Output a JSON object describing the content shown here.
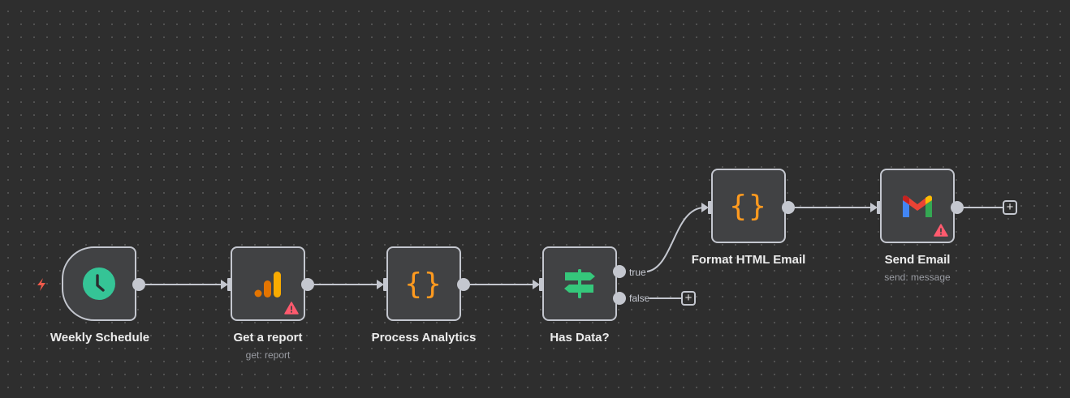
{
  "canvas": {
    "background": "#2e2e2e",
    "edge_color": "#c4c7cf"
  },
  "nodes": [
    {
      "id": "weekly-schedule",
      "label": "Weekly Schedule",
      "subtitle": "",
      "icon": "clock-icon",
      "icon_color": "#35c496",
      "trigger": true,
      "warning": false
    },
    {
      "id": "get-a-report",
      "label": "Get a report",
      "subtitle": "get: report",
      "icon": "google-analytics-icon",
      "icon_color": "#f9ab00",
      "trigger": false,
      "warning": true
    },
    {
      "id": "process-analytics",
      "label": "Process Analytics",
      "subtitle": "",
      "icon": "code-braces-icon",
      "icon_glyph": "{}",
      "icon_color": "#ff9a1f",
      "trigger": false,
      "warning": false
    },
    {
      "id": "has-data",
      "label": "Has Data?",
      "subtitle": "",
      "icon": "signpost-icon",
      "icon_color": "#35c77b",
      "trigger": false,
      "warning": false,
      "outputs": [
        "true",
        "false"
      ]
    },
    {
      "id": "format-html-email",
      "label": "Format HTML Email",
      "subtitle": "",
      "icon": "code-braces-icon",
      "icon_glyph": "{}",
      "icon_color": "#ff9a1f",
      "trigger": false,
      "warning": false
    },
    {
      "id": "send-email",
      "label": "Send Email",
      "subtitle": "send: message",
      "icon": "gmail-icon",
      "trigger": false,
      "warning": true
    }
  ],
  "branches": {
    "true_label": "true",
    "false_label": "false"
  },
  "add_button_glyph": "+",
  "warning_color": "#ff5a6e",
  "trigger_color": "#f05a4a"
}
